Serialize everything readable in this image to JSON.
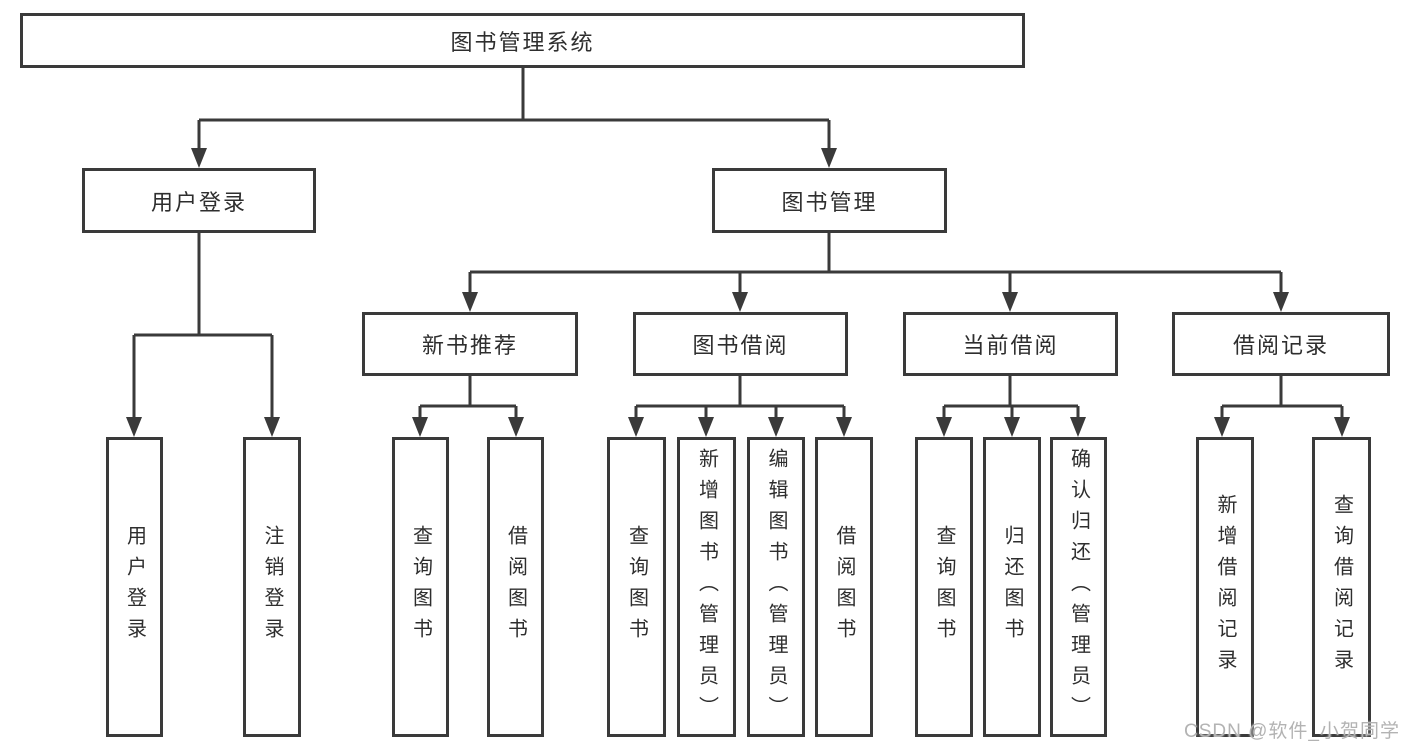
{
  "diagram": {
    "title": "图书管理系统",
    "watermark": "CSDN @软件_小贺同学",
    "colors": {
      "line": "#3a3a3a",
      "text": "#2e2e2e",
      "box_fill": "#ffffff",
      "background": "#ffffff",
      "watermark": "#b3b3b3"
    },
    "nodes": {
      "root": "图书管理系统",
      "user_login": "用户登录",
      "book_mgmt": "图书管理",
      "new_book_rec": "新书推荐",
      "book_borrow": "图书借阅",
      "current_borrow": "当前借阅",
      "borrow_record": "借阅记录",
      "user_login_leaf": "用户登录",
      "logout_leaf": "注销登录",
      "rec_query_books": "查询图书",
      "rec_borrow_books": "借阅图书",
      "bb_query_books": "查询图书",
      "bb_add_books": "新增图书（管理员）",
      "bb_edit_books": "编辑图书（管理员）",
      "bb_borrow_books": "借阅图书",
      "cb_query_books": "查询图书",
      "cb_return_books": "归还图书",
      "cb_confirm_return": "确认归还（管理员）",
      "br_add_record": "新增借阅记录",
      "br_query_record": "查询借阅记录"
    }
  }
}
